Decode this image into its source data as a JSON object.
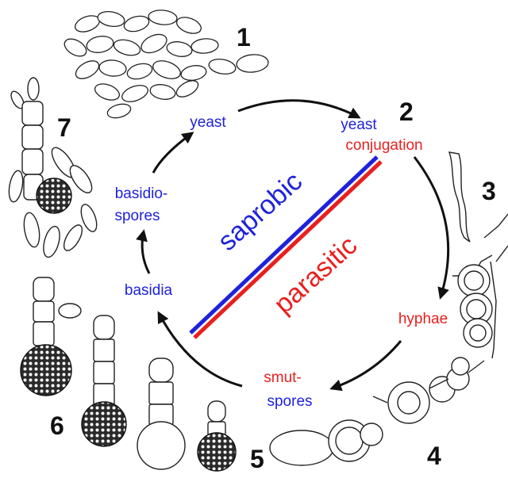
{
  "stage_numbers": [
    "1",
    "2",
    "3",
    "4",
    "5",
    "6",
    "7"
  ],
  "stages": {
    "yeast": "yeast",
    "yeast_conjugation_line1": "yeast",
    "yeast_conjugation_line2": "conjugation",
    "hyphae": "hyphae",
    "smut_spores_line1": "smut-",
    "smut_spores_line2": "spores",
    "basidia": "basidia",
    "basidiospores_line1": "basidio-",
    "basidiospores_line2": "spores"
  },
  "phases": {
    "saprobic": "saprobic",
    "parasitic": "parasitic"
  },
  "colors": {
    "saprobic": "#1e22dc",
    "parasitic": "#e8201e",
    "ink": "#111111"
  }
}
